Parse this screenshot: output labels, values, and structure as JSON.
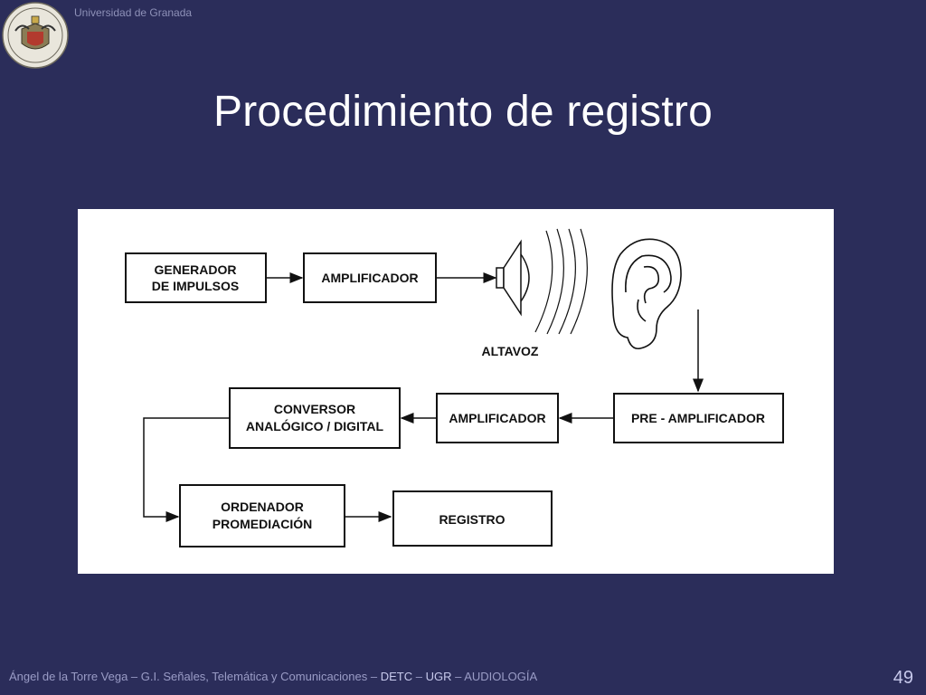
{
  "header": {
    "institution": "Universidad de Granada",
    "title": "Procedimiento de registro"
  },
  "diagram": {
    "boxes": {
      "generador_line1": "GENERADOR",
      "generador_line2": "DE IMPULSOS",
      "amplificador_top": "AMPLIFICADOR",
      "pre_amplificador": "PRE - AMPLIFICADOR",
      "amplificador_mid": "AMPLIFICADOR",
      "conversor_line1": "CONVERSOR",
      "conversor_line2": "ANALÓGICO / DIGITAL",
      "ordenador_line1": "ORDENADOR",
      "ordenador_line2": "PROMEDIACIÓN",
      "registro": "REGISTRO"
    },
    "labels": {
      "altavoz": "ALTAVOZ"
    },
    "icons": [
      "speaker-icon",
      "sound-waves-icon",
      "ear-icon"
    ]
  },
  "footer": {
    "author": "Ángel de la Torre Vega – G.I. Señales, Telemática y Comunicaciones – ",
    "detc": "DETC",
    "sep1": " – ",
    "ugr": "UGR",
    "sep2": " – ",
    "course": "AUDIOLOGÍA",
    "page": "49"
  },
  "colors": {
    "background": "#2b2d5a",
    "title": "#ffffff",
    "footer": "#9a9cc6"
  }
}
